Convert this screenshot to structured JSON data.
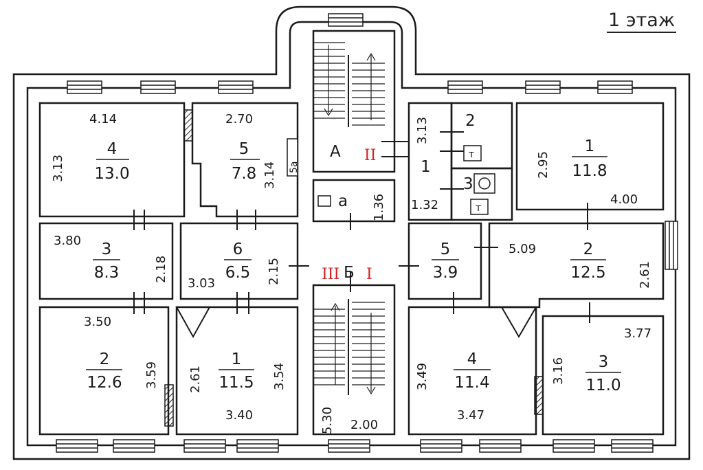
{
  "floor_title": "1 этаж",
  "rooms": [
    {
      "id": "L4",
      "number": "4",
      "area": "13.0"
    },
    {
      "id": "L5",
      "number": "5",
      "area": "7.8"
    },
    {
      "id": "L3",
      "number": "3",
      "area": "8.3"
    },
    {
      "id": "L6",
      "number": "6",
      "area": "6.5"
    },
    {
      "id": "L2",
      "number": "2",
      "area": "12.6"
    },
    {
      "id": "L1",
      "number": "1",
      "area": "11.5"
    },
    {
      "id": "R1",
      "number": "1",
      "area": "11.8"
    },
    {
      "id": "R2",
      "number": "2",
      "area": "12.5"
    },
    {
      "id": "R5",
      "number": "5",
      "area": "3.9"
    },
    {
      "id": "R4",
      "number": "4",
      "area": "11.4"
    },
    {
      "id": "R3",
      "number": "3",
      "area": "11.0"
    }
  ],
  "dimensions": [
    "4.14",
    "3.13",
    "2.70",
    "3.14",
    "3.80",
    "2.18",
    "3.03",
    "2.15",
    "3.50",
    "3.59",
    "2.61",
    "3.54",
    "3.40",
    "1.36",
    "5.30",
    "2.00",
    "3.13",
    "1.32",
    "2.95",
    "4.00",
    "5.09",
    "2.61",
    "3.49",
    "3.47",
    "3.16",
    "3.77"
  ],
  "labels": {
    "stair_a": "А",
    "stair_b": "Б",
    "sub_a": "а",
    "room_5a": "5а",
    "small_1": "1",
    "small_2": "2",
    "small_3": "3",
    "wc_t1": "т",
    "wc_t2": "т",
    "roman_1": "I",
    "roman_2": "II",
    "roman_3": "III"
  },
  "colors": {
    "walls": "#1a1a1a",
    "hatch": "#222222",
    "entrance_marks": "#d42020"
  }
}
